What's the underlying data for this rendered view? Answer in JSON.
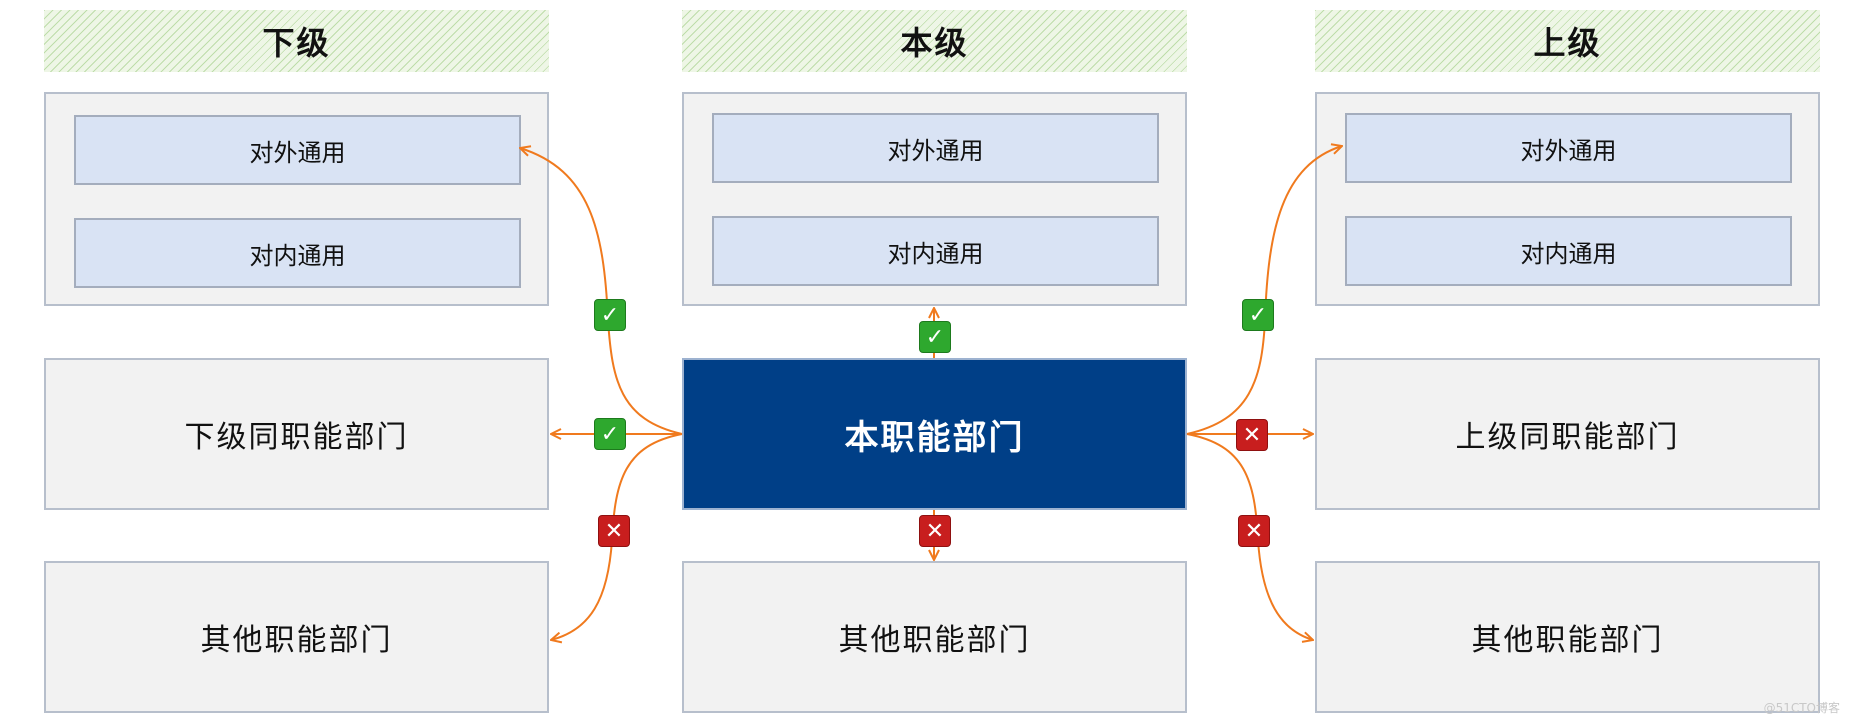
{
  "headers": {
    "lower": "下级",
    "same": "本级",
    "upper": "上级"
  },
  "panels": {
    "lower": {
      "external": "对外通用",
      "internal": "对内通用"
    },
    "same": {
      "external": "对外通用",
      "internal": "对内通用"
    },
    "upper": {
      "external": "对外通用",
      "internal": "对内通用"
    }
  },
  "boxes": {
    "lower_same_function": "下级同职能部门",
    "center": "本职能部门",
    "upper_same_function": "上级同职能部门",
    "lower_other": "其他职能部门",
    "same_other": "其他职能部门",
    "upper_other": "其他职能部门"
  },
  "marks": {
    "ok_glyph": "✓",
    "no_glyph": "✕"
  },
  "colors": {
    "center_fill": "#003f87",
    "connector": "#f07a1e",
    "ok": "#2ea82e",
    "no": "#c81e1e",
    "header_hatch": "#96c878"
  },
  "watermark": "@51CTO博客"
}
